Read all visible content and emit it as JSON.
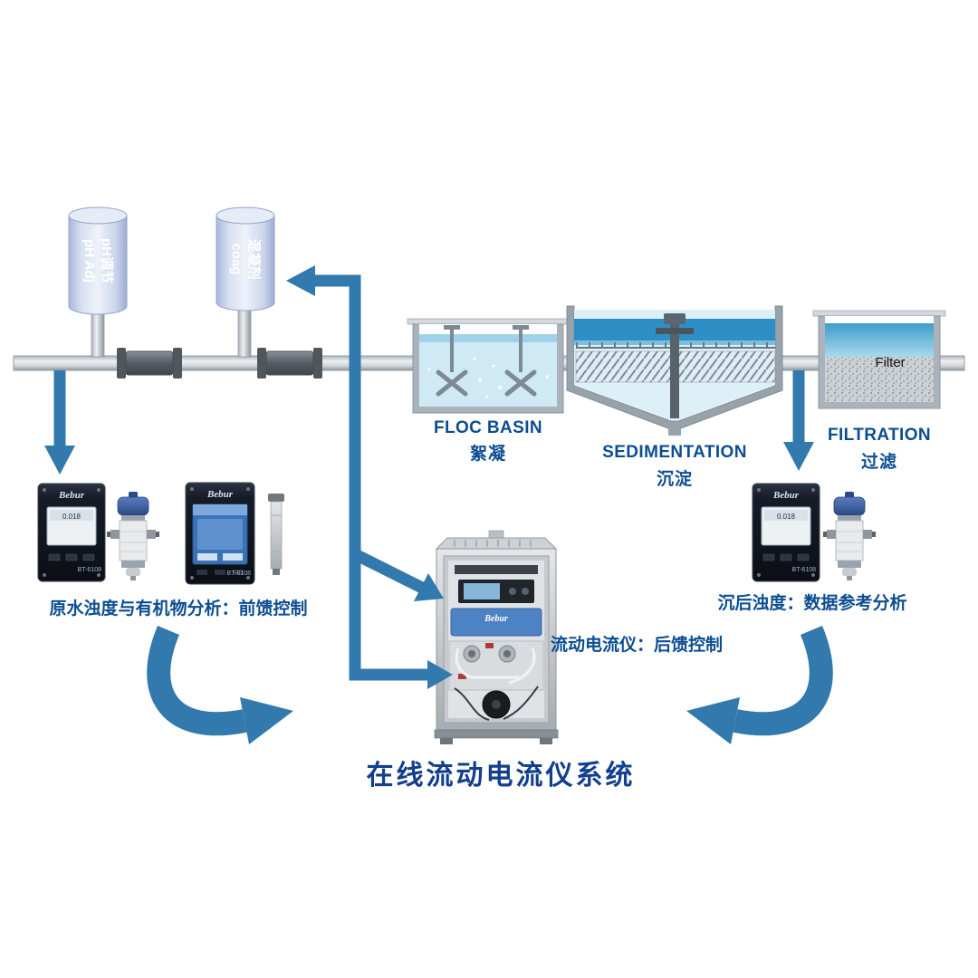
{
  "title": "在线流动电流仪系统",
  "tanks": {
    "ph": {
      "en": "pH Adj",
      "zh": "pH调节"
    },
    "coag": {
      "en": "coag",
      "zh": "混凝剂"
    }
  },
  "stages": {
    "floc": {
      "en": "FLOC BASIN",
      "zh": "絮凝"
    },
    "sedimentation": {
      "en": "SEDIMENTATION",
      "zh": "沉淀"
    },
    "filtration": {
      "en": "FILTRATION",
      "zh": "过滤",
      "media_label": "Filter"
    }
  },
  "captions": {
    "raw_water": "原水浊度与有机物分析：前馈控制",
    "analyzer": "流动电流仪：后馈控制",
    "settled_water": "沉后浊度：数据参考分析"
  },
  "devices": {
    "brand": "Bebur",
    "model": "BT-6108",
    "screen_value": "0.018"
  },
  "colors": {
    "arrow_blue": "#3279ad",
    "label_blue": "#0c4d92",
    "title_blue": "#123f8e"
  }
}
